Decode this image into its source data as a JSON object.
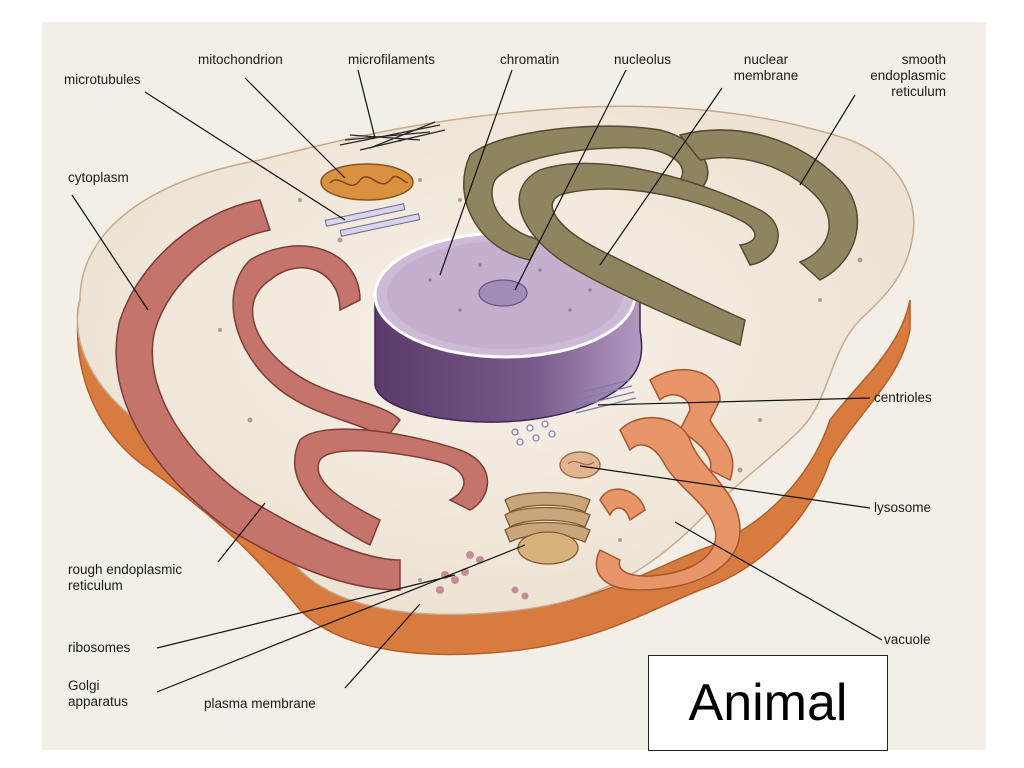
{
  "title": "Animal",
  "labels": {
    "microtubules": "microtubules",
    "mitochondrion": "mitochondrion",
    "microfilaments": "microfilaments",
    "chromatin": "chromatin",
    "nucleolus": "nucleolus",
    "nuclear_membrane": "nuclear\nmembrane",
    "smooth_er": "smooth\nendoplasmic\nreticulum",
    "cytoplasm": "cytoplasm",
    "centrioles": "centrioles",
    "lysosome": "lysosome",
    "rough_er": "rough endoplasmic\nreticulum",
    "ribosomes": "ribosomes",
    "vacuole": "vacuole",
    "golgi": "Golgi\napparatus",
    "plasma_membrane": "plasma membrane"
  },
  "colors": {
    "cytoplasm": "#f1e9dd",
    "cell_rim": "#d77c3e",
    "rough_er": "#c4746b",
    "smooth_er": "#8f8460",
    "nucleus": "#b9a2c4",
    "nucleus_wall": "#6e4a7e",
    "golgi_vacuole": "#e9956a",
    "mitochondrion": "#d9903f"
  }
}
